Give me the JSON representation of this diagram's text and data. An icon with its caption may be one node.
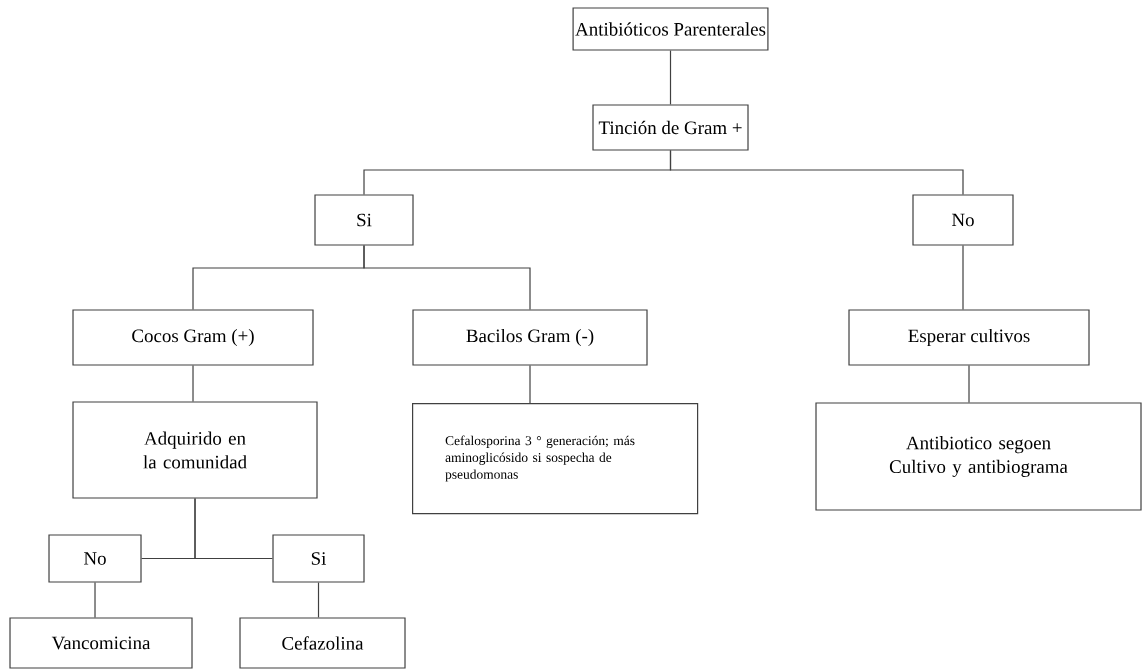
{
  "diagram": {
    "nodes": [
      {
        "text": [
          "Antibióticos Parenterales"
        ]
      },
      {
        "text": [
          "Tinción de Gram +"
        ]
      },
      {
        "text": [
          "Si"
        ]
      },
      {
        "text": [
          "No"
        ]
      },
      {
        "text": [
          "Cocos Gram (+)"
        ]
      },
      {
        "text": [
          "Bacilos Gram (-)"
        ]
      },
      {
        "text": [
          "Esperar cultivos"
        ]
      },
      {
        "text": [
          "Adquirido en la comunidad"
        ]
      },
      {
        "text": [
          "Cefalosporina 3 ° generación; más aminoglicósido si sospecha de pseudomonas"
        ]
      },
      {
        "text": [
          "Antibiotico segoen Cultivo y antibiograma"
        ]
      },
      {
        "text": [
          "No"
        ]
      },
      {
        "text": [
          "Si"
        ]
      },
      {
        "text": [
          "Vancomicina"
        ]
      },
      {
        "text": [
          "Cefazolina"
        ]
      }
    ],
    "edges": [
      {
        "from": 0,
        "to": 1,
        "arrow": "none"
      },
      {
        "from": 1,
        "to": 2,
        "arrow": "none"
      },
      {
        "from": 1,
        "to": 3,
        "arrow": "none"
      },
      {
        "from": 2,
        "to": 4,
        "arrow": "none"
      },
      {
        "from": 2,
        "to": 5,
        "arrow": "none"
      },
      {
        "from": 4,
        "to": 7,
        "arrow": "none"
      },
      {
        "from": 5,
        "to": 8,
        "arrow": "none"
      },
      {
        "from": 3,
        "to": 6,
        "arrow": "none"
      },
      {
        "from": 6,
        "to": 9,
        "arrow": "none"
      },
      {
        "from": 7,
        "to": 10,
        "arrow": "none"
      },
      {
        "from": 7,
        "to": 11,
        "arrow": "none"
      },
      {
        "from": 10,
        "to": 12,
        "arrow": "none"
      },
      {
        "from": 11,
        "to": 13,
        "arrow": "none"
      }
    ]
  }
}
